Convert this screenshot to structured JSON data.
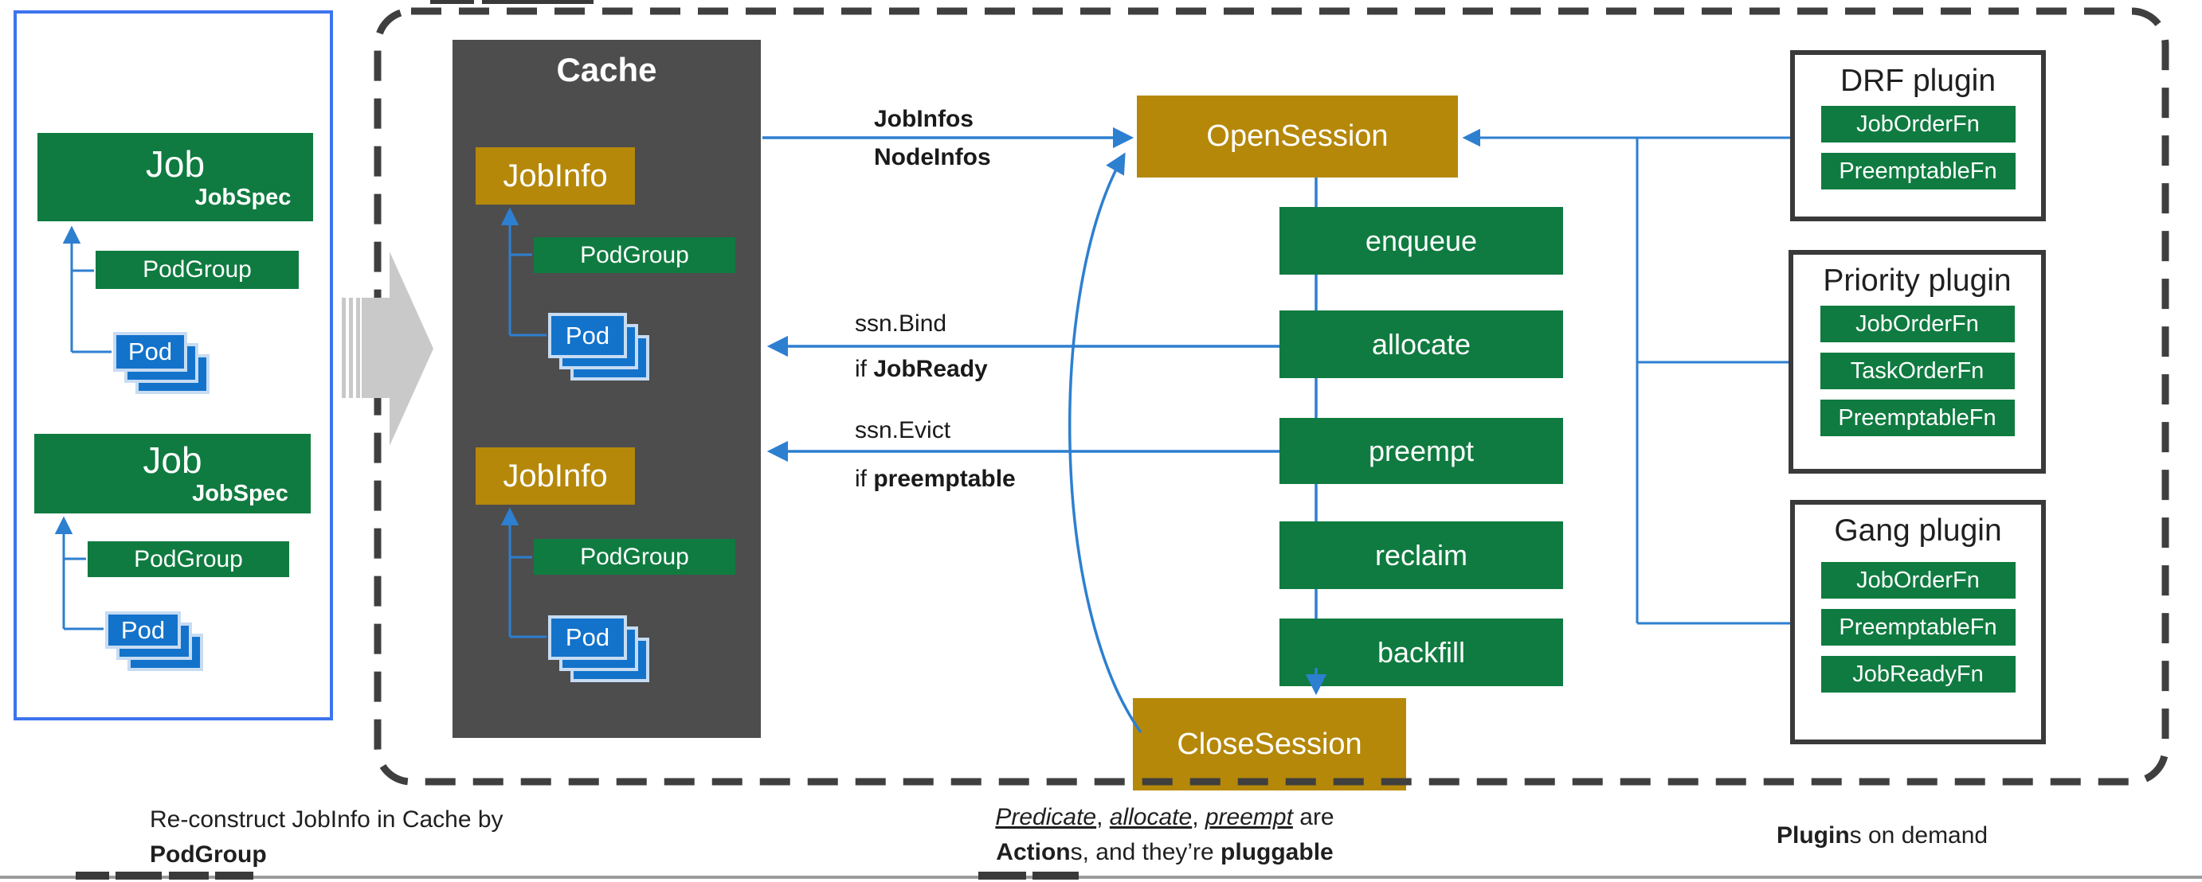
{
  "colors": {
    "green": "#0f7b40",
    "gold": "#b5880a",
    "pod_blue": "#1373cb",
    "pod_border": "#c7dcf3",
    "line_blue": "#2d7fd0",
    "panel_border_blue": "#3d74ee",
    "cache_gray": "#4d4d4d",
    "dashed_border": "#3f3f3f",
    "gray_arrow": "#c9c9c9"
  },
  "left_panel": {
    "jobs": [
      {
        "title": "Job",
        "spec": "JobSpec",
        "podgroup": "PodGroup",
        "pod": "Pod"
      },
      {
        "title": "Job",
        "spec": "JobSpec",
        "podgroup": "PodGroup",
        "pod": "Pod"
      }
    ]
  },
  "cache": {
    "title": "Cache",
    "groups": [
      {
        "jobinfo": "JobInfo",
        "podgroup": "PodGroup",
        "pod": "Pod"
      },
      {
        "jobinfo": "JobInfo",
        "podgroup": "PodGroup",
        "pod": "Pod"
      }
    ]
  },
  "session": {
    "open": "OpenSession",
    "close": "CloseSession",
    "actions": [
      "enqueue",
      "allocate",
      "preempt",
      "reclaim",
      "backfill"
    ]
  },
  "edges": {
    "to_session": {
      "line1": "JobInfos",
      "line2": "NodeInfos"
    },
    "bind": {
      "label": "ssn.Bind",
      "cond_prefix": "if ",
      "cond": "JobReady"
    },
    "evict": {
      "label": "ssn.Evict",
      "cond_prefix": "if ",
      "cond": "preemptable"
    }
  },
  "plugins": [
    {
      "title": "DRF plugin",
      "fns": [
        "JobOrderFn",
        "PreemptableFn"
      ]
    },
    {
      "title": "Priority plugin",
      "fns": [
        "JobOrderFn",
        "TaskOrderFn",
        "PreemptableFn"
      ]
    },
    {
      "title": "Gang plugin",
      "fns": [
        "JobOrderFn",
        "PreemptableFn",
        "JobReadyFn"
      ]
    }
  ],
  "captions": {
    "left": {
      "line1": "Re-construct JobInfo in Cache by",
      "line2": "PodGroup"
    },
    "middle": {
      "i1": "Predicate",
      "s1": ", ",
      "i2": "allocate",
      "s2": ", ",
      "i3": "preempt",
      "s3": " are",
      "b1": "Action",
      "r1": "s, and they’re ",
      "b2": "pluggable"
    },
    "right": {
      "bold": "Plugin",
      "rest": "s on demand"
    }
  }
}
